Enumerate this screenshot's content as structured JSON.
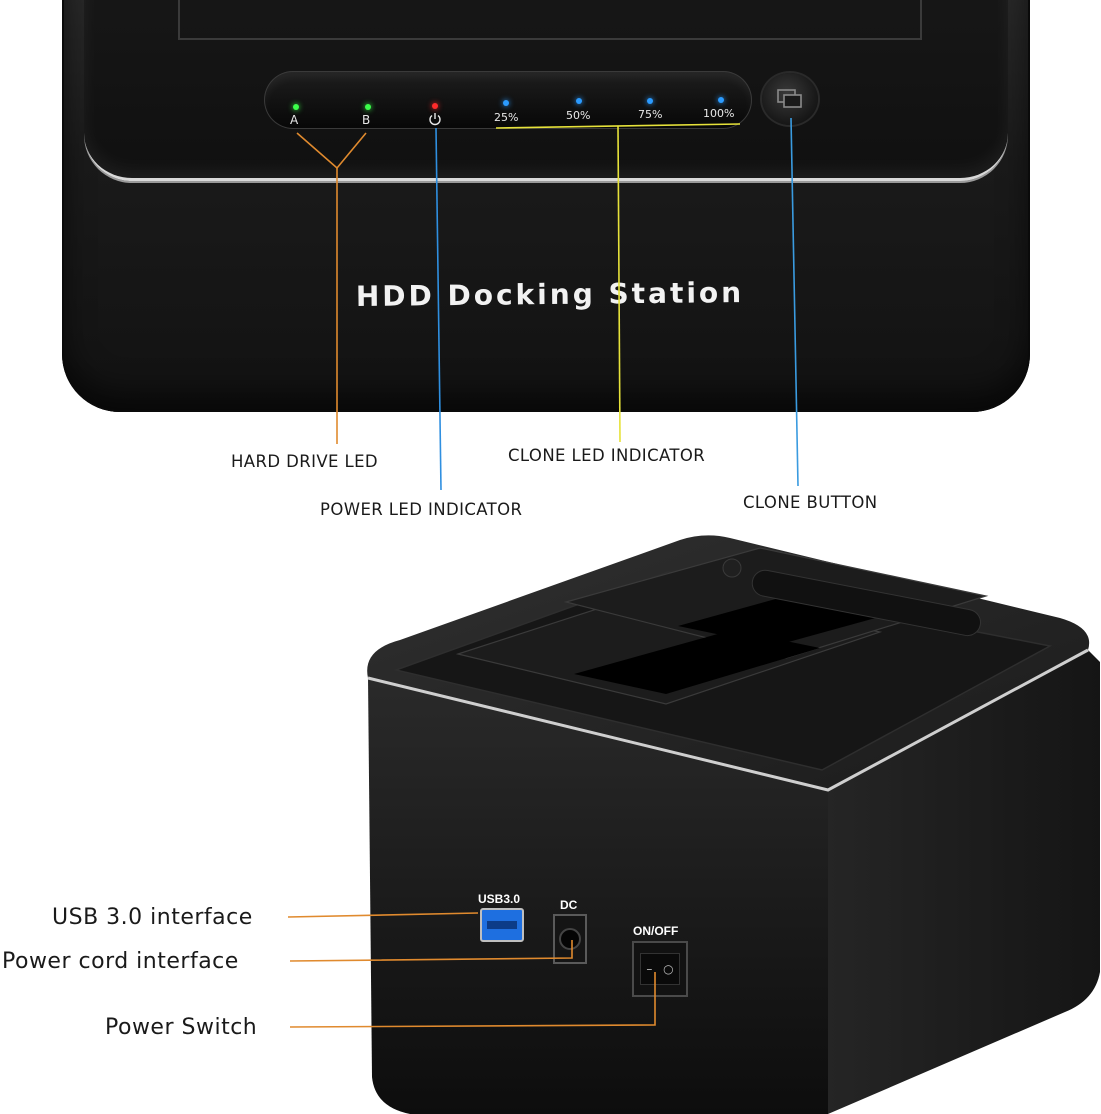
{
  "product": {
    "title": "HDD Docking Station"
  },
  "led_panel": {
    "hdd_leds": [
      {
        "label": "A",
        "color": "#3bff4a"
      },
      {
        "label": "B",
        "color": "#3bff4a"
      }
    ],
    "power_led": {
      "icon": "power-icon",
      "color": "#ff2b2b"
    },
    "clone_leds": [
      {
        "label": "25%",
        "color": "#2b9bff"
      },
      {
        "label": "50%",
        "color": "#2b9bff"
      },
      {
        "label": "75%",
        "color": "#2b9bff"
      },
      {
        "label": "100%",
        "color": "#2b9bff"
      }
    ],
    "clone_button_icon": "clone-icon"
  },
  "callouts": {
    "hard_drive_led": "HARD DRIVE LED",
    "power_led_indicator": "POWER LED INDICATOR",
    "clone_led_indicator": "CLONE LED INDICATOR",
    "clone_button": "CLONE BUTTON",
    "usb_interface": "USB 3.0 interface",
    "power_cord_interface": "Power cord interface",
    "power_switch": "Power Switch"
  },
  "rear_panel": {
    "usb_label": "USB3.0",
    "dc_label": "DC",
    "switch_label": "ON/OFF"
  },
  "colors": {
    "hard_drive_line": "#e08a2e",
    "power_line": "#2f8fe0",
    "clone_led_line": "#e6e23a",
    "clone_button_line": "#3a9be0",
    "bottom_callout_line": "#e08a2e",
    "usb_port": "#1e6fe0"
  }
}
